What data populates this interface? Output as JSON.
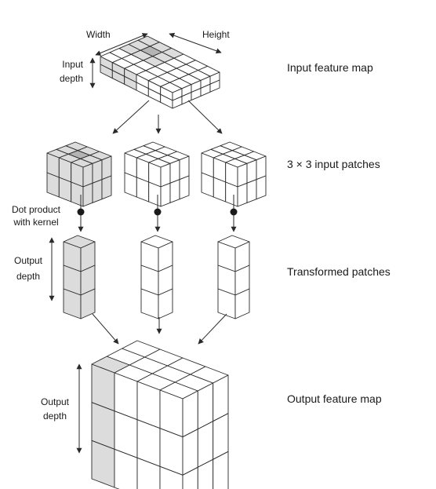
{
  "labels": {
    "width": "Width",
    "height": "Height",
    "input_depth": [
      "Input",
      "depth"
    ],
    "dot_product": [
      "Dot product",
      "with kernel"
    ],
    "output_depth_small": [
      "Output",
      "depth"
    ],
    "output_depth_large": [
      "Output",
      "depth"
    ]
  },
  "stages": {
    "input_feature_map": "Input feature map",
    "input_patches": "3 × 3 input patches",
    "transformed_patches": "Transformed patches",
    "output_feature_map": "Output feature map"
  },
  "colors": {
    "line": "#2a2a2a",
    "highlight": "#dcdcdc",
    "highlight_dark": "#b4b4b4",
    "white": "#ffffff"
  }
}
